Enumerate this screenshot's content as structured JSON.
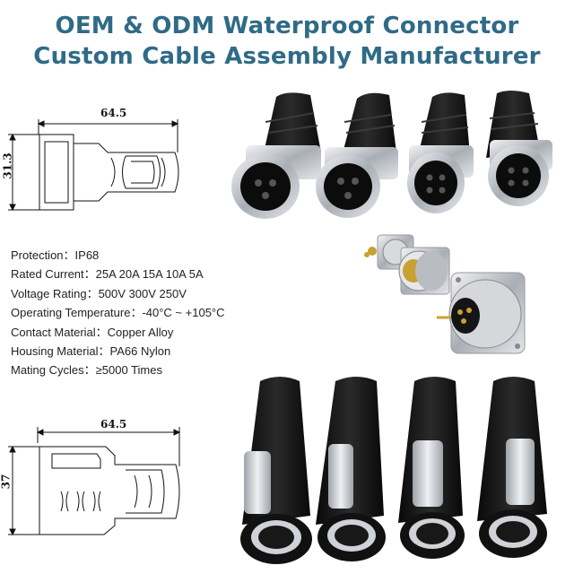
{
  "header": {
    "line1": "OEM & ODM Waterproof Connector",
    "line2": "Custom Cable Assembly Manufacturer"
  },
  "diagram_top": {
    "length_label": "64.5",
    "height_label": "31.3"
  },
  "diagram_bottom": {
    "length_label": "64.5",
    "height_label": "37"
  },
  "specs": [
    "Protection：IP68",
    "Rated Current：25A 20A 15A 10A 5A",
    "Voltage Rating：500V 300V 250V",
    "Operating Temperature：-40°C ~ +105°C",
    "Contact Material：Copper Alloy",
    "Housing Material：PA66 Nylon",
    "Mating Cycles：≥5000 Times"
  ],
  "colors": {
    "title": "#2f6b86",
    "connector_body": "#1a1a1a",
    "metal": "#c9ccd1"
  }
}
